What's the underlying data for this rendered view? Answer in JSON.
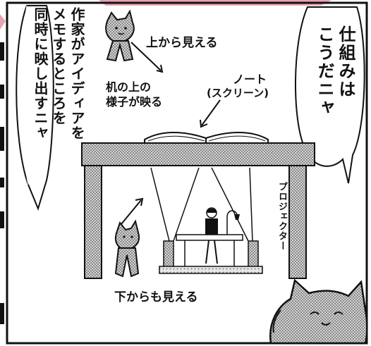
{
  "bubbles": {
    "left": "作家がアイディアを\nメモするところを\n同時に映し出すニャ",
    "right": "仕組みは\nこうだニャ"
  },
  "labels": {
    "top_view": "上から見える",
    "desk_line1": "机の上の",
    "desk_line2": "様子が映る",
    "note_line1": "ノート",
    "note_line2": "(スクリーン)",
    "projector": "プロジェクター",
    "bottom_view": "下からも見える"
  },
  "colors": {
    "ink": "#111111",
    "paper": "#ffffff",
    "accent_pink": "#e8a3b3"
  }
}
